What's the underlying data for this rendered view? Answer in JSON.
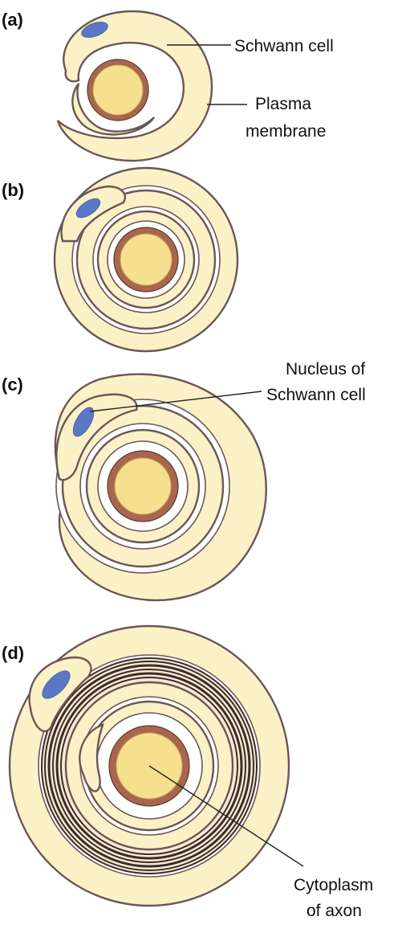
{
  "panels": [
    {
      "label": "(a)"
    },
    {
      "label": "(b)"
    },
    {
      "label": "(c)"
    },
    {
      "label": "(d)"
    }
  ],
  "callouts": {
    "schwann_cell": "Schwann cell",
    "plasma_line1": "Plasma",
    "plasma_line2": "membrane",
    "nucleus_line1": "Nucleus of",
    "nucleus_line2": "Schwann cell",
    "cyto_line1": "Cytoplasm",
    "cyto_line2": "of axon"
  },
  "colors": {
    "schwann_cytoplasm": "#fbf1c7",
    "membrane": "#6b5656",
    "nucleus": "#5a78c6",
    "axon": "#f6e08e",
    "axon_membrane": "#a9664e",
    "myelin": "#3a2c2c"
  }
}
